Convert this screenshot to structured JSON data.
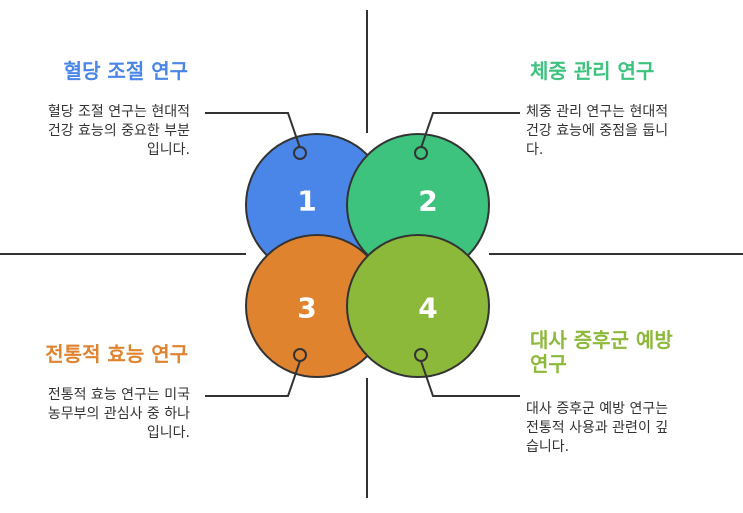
{
  "colors": {
    "blue": "#4A86E8",
    "green": "#3DC37E",
    "orange": "#E0832F",
    "lime": "#8DB93A",
    "outline": "#333333",
    "line": "#333333"
  },
  "sections": [
    {
      "number": "1",
      "title": "혈당 조절 연구",
      "title_color": "#4A86E8",
      "desc": "혈당 조절 연구는 현대적\n건강 효능의 중요한 부분\n입니다."
    },
    {
      "number": "2",
      "title": "체중 관리 연구",
      "title_color": "#3DC37E",
      "desc": "체중 관리 연구는 현대적\n건강 효능에 중점을 둡니\n다."
    },
    {
      "number": "3",
      "title": "전통적 효능 연구",
      "title_color": "#E0832F",
      "desc": "전통적 효능 연구는 미국\n농무부의 관심사 중 하나\n입니다."
    },
    {
      "number": "4",
      "title": "대사 증후군 예방\n연구",
      "title_color": "#8DB93A",
      "desc": "대사 증후군 예방 연구는\n전통적 사용과 관련이 깊\n습니다."
    }
  ]
}
